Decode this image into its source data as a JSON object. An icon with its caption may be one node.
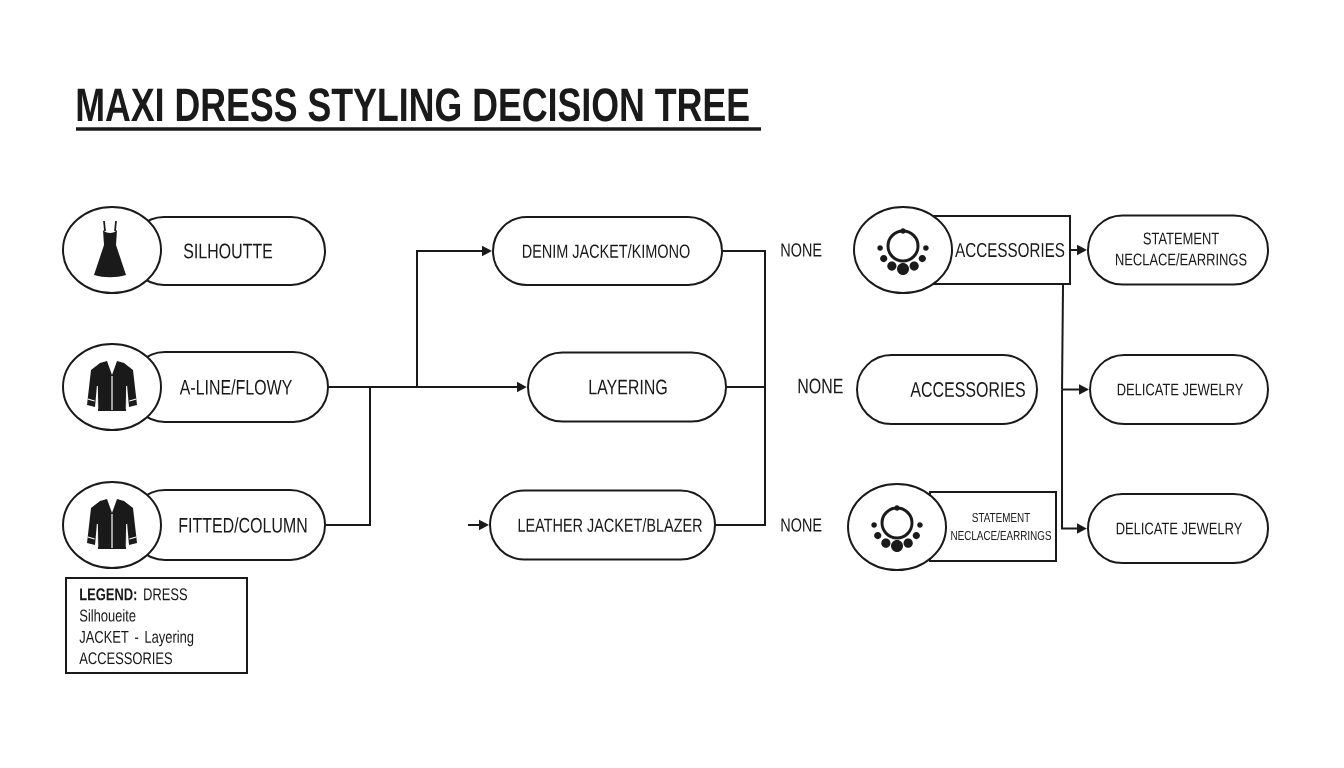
{
  "diagram": {
    "title": "MAXI DRESS STYLING DECISION TREE",
    "nodes": [
      {
        "text": [
          "SILHOUTTE"
        ]
      },
      {
        "text": [
          "A-LINE/FLOWY"
        ]
      },
      {
        "text": [
          "FITTED/COLUMN"
        ]
      },
      {
        "text": [
          "DENIM JACKET/KIMONO"
        ]
      },
      {
        "text": [
          "LAYERING"
        ]
      },
      {
        "text": [
          "LEATHER JACKET/BLAZER"
        ]
      },
      {
        "text": [
          "ACCESSORIES"
        ]
      },
      {
        "text": [
          "ACCESSORIES"
        ]
      },
      {
        "text": [
          "STATEMENT NECLACE/EARRINGS"
        ]
      },
      {
        "text": [
          "STATEMENT NECLACE/EARRINGS"
        ]
      },
      {
        "text": [
          "DELICATE JEWELRY"
        ]
      },
      {
        "text": [
          "DELICATE JEWELRY"
        ]
      },
      {
        "text": [
          "LEGEND:",
          "DRESS Silhoueite",
          "JACKET - Layering",
          "ACCESSORIES"
        ]
      }
    ],
    "edges": [
      {
        "from": 1,
        "to": 3,
        "arrow": "to"
      },
      {
        "from": 1,
        "to": 4,
        "arrow": "to"
      },
      {
        "from": 2,
        "to": 3,
        "arrow": "to"
      },
      {
        "from": 2,
        "to": 4,
        "arrow": "to"
      },
      {
        "from": null,
        "to": 5,
        "arrow": "to"
      },
      {
        "from": 3,
        "to": 4,
        "arrow": "none"
      },
      {
        "from": 4,
        "to": 5,
        "arrow": "none"
      },
      {
        "from": 6,
        "to": 9,
        "arrow": "to"
      },
      {
        "from": 6,
        "to": 10,
        "arrow": "to"
      },
      {
        "from": 6,
        "to": 11,
        "arrow": "to"
      }
    ],
    "labels": [
      "NONE",
      "NONE",
      "NONE"
    ]
  }
}
